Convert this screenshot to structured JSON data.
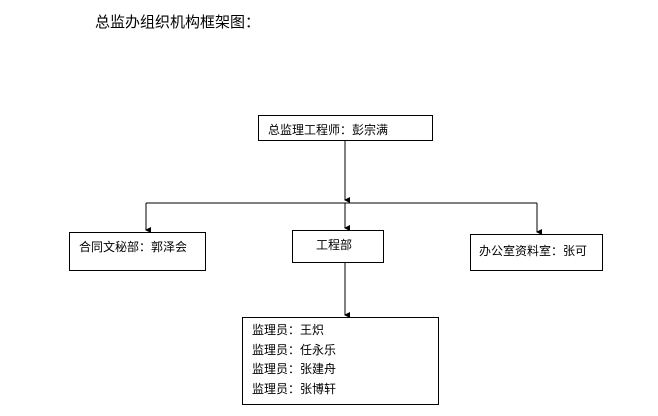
{
  "diagram": {
    "title": "总监办组织机构框架图：",
    "chief": "总监理工程师：彭宗满",
    "departments": {
      "contract": "合同文秘部：郭泽会",
      "engineering": "工程部",
      "office": "办公室资料室：张可"
    },
    "engineering_members": [
      "监理员：王炽",
      "监理员：任永乐",
      "监理员：张建舟",
      "监理员：张博轩"
    ]
  }
}
